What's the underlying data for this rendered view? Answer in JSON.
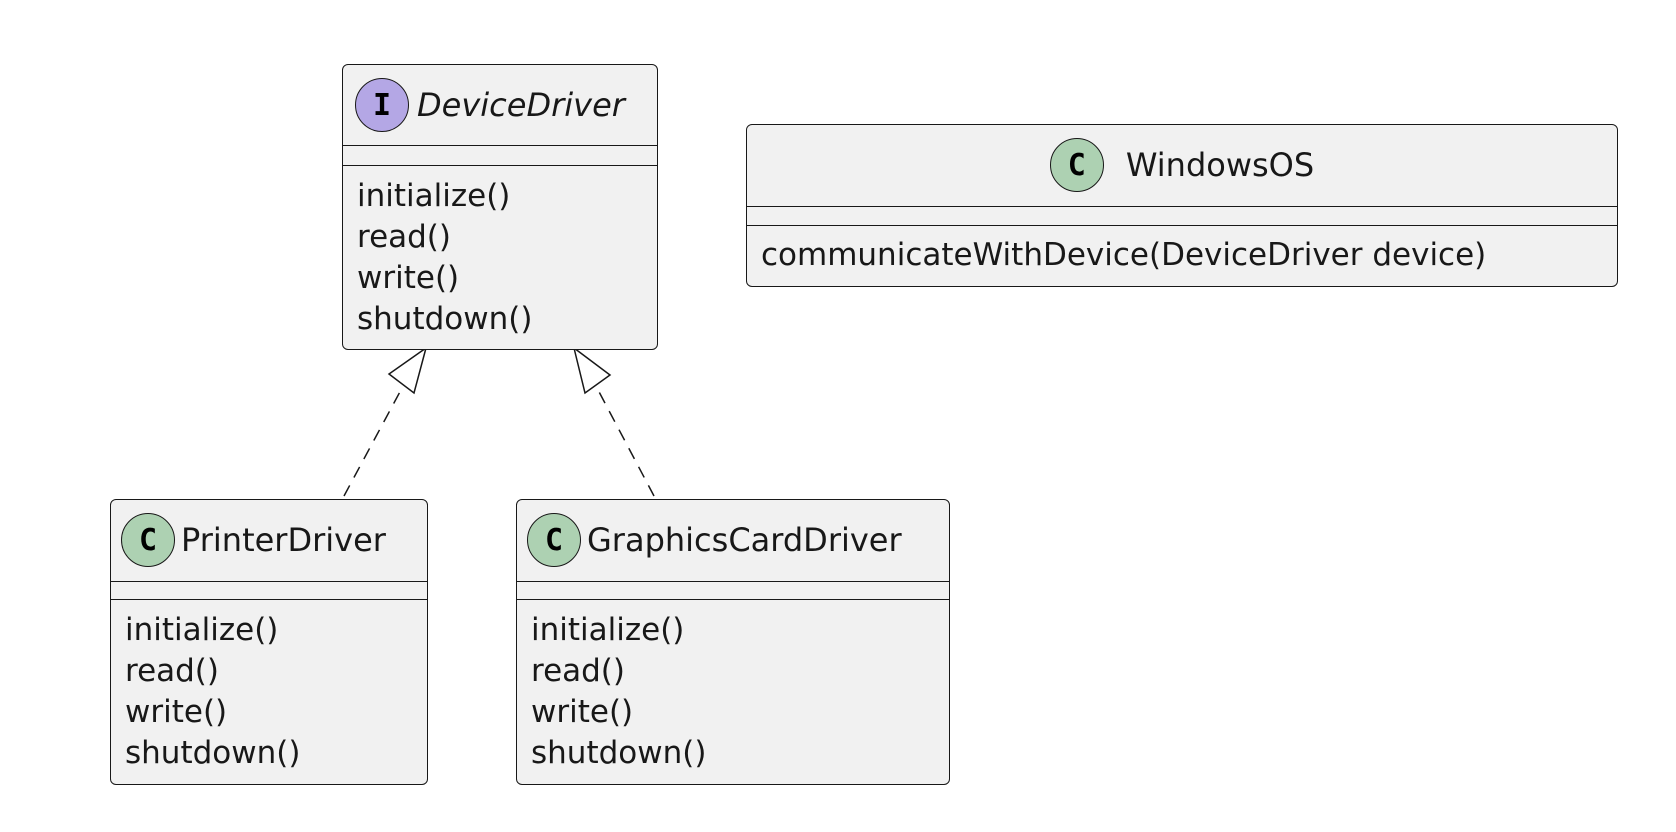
{
  "classes": {
    "device_driver": {
      "stereotype_glyph": "I",
      "name": "DeviceDriver",
      "methods": [
        "initialize()",
        "read()",
        "write()",
        "shutdown()"
      ]
    },
    "windows_os": {
      "stereotype_glyph": "C",
      "name": "WindowsOS",
      "methods": [
        "communicateWithDevice(DeviceDriver device)"
      ]
    },
    "printer_driver": {
      "stereotype_glyph": "C",
      "name": "PrinterDriver",
      "methods": [
        "initialize()",
        "read()",
        "write()",
        "shutdown()"
      ]
    },
    "graphics_card_driver": {
      "stereotype_glyph": "C",
      "name": "GraphicsCardDriver",
      "methods": [
        "initialize()",
        "read()",
        "write()",
        "shutdown()"
      ]
    }
  },
  "relations": [
    {
      "from": "printer_driver",
      "to": "device_driver",
      "type": "realization"
    },
    {
      "from": "graphics_card_driver",
      "to": "device_driver",
      "type": "realization"
    }
  ],
  "colors": {
    "box_fill": "#f1f1f1",
    "box_stroke": "#181818",
    "class_badge": "#add1b2",
    "interface_badge": "#b4a7e5"
  }
}
